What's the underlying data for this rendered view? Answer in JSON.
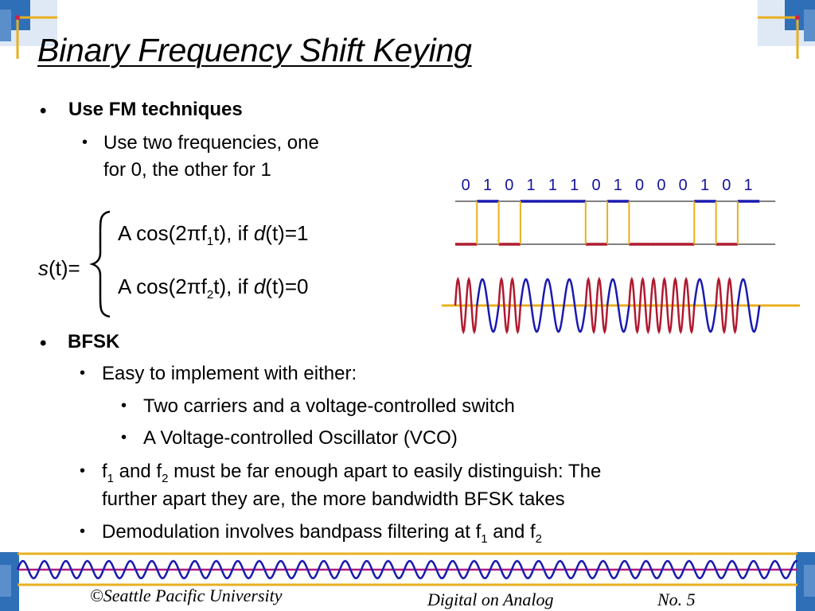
{
  "title": "Binary Frequency Shift Keying",
  "section1": {
    "heading": "Use FM techniques",
    "sub1_line1": "Use two frequencies, one",
    "sub1_line2": "for 0, the other for 1"
  },
  "formula": {
    "lhs_s": "s",
    "lhs_rest": "(t)=",
    "line1_pre": "A cos(2",
    "line1_f": "f",
    "line1_sub": "1",
    "line1_mid": "t), if ",
    "line1_d": "d",
    "line1_post": "(t)=1",
    "line2_pre": "A cos(2",
    "line2_f": "f",
    "line2_sub": "2",
    "line2_mid": "t), if ",
    "line2_d": "d",
    "line2_post": "(t)=0",
    "pi": "π"
  },
  "diagram": {
    "bits": [
      "0",
      "1",
      "0",
      "1",
      "1",
      "1",
      "0",
      "1",
      "0",
      "0",
      "0",
      "1",
      "0",
      "1"
    ],
    "colors": {
      "high": "#1a1ab0",
      "low": "#b01a30",
      "gold": "#e8b020"
    }
  },
  "section2": {
    "heading": "BFSK",
    "item1": "Easy to implement with either:",
    "item1a": "Two carriers and a voltage-controlled switch",
    "item1b": "A Voltage-controlled Oscillator (VCO)",
    "item2_f1": "f",
    "item2_sub1": "1",
    "item2_and": " and f",
    "item2_sub2": "2",
    "item2_rest": " must be far enough apart to easily distinguish: The",
    "item2_line2": "further apart they are, the more bandwidth BFSK takes",
    "item3_pre": "Demodulation involves bandpass filtering at f",
    "item3_sub1": "1",
    "item3_and": " and f",
    "item3_sub2": "2"
  },
  "footer": {
    "copyright": "©Seattle Pacific University",
    "course": "Digital on Analog",
    "page": "No. 5"
  }
}
